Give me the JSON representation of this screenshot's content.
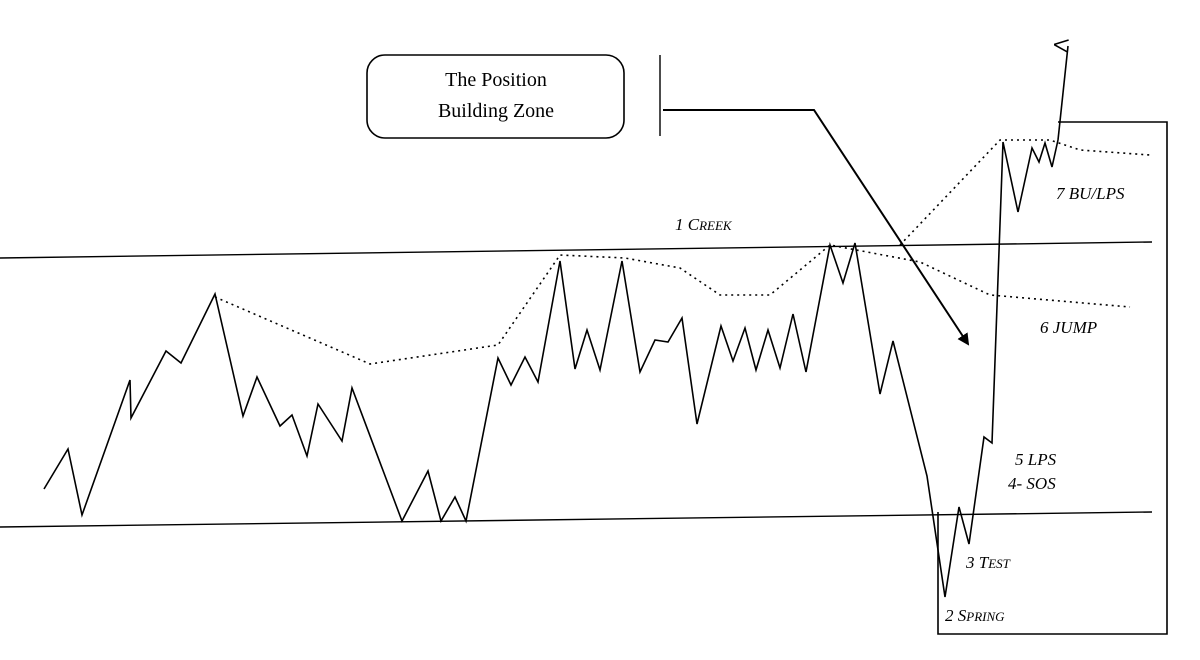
{
  "zone_box": {
    "line1": "The Position",
    "line2": "Building Zone"
  },
  "labels": {
    "creek": {
      "num": "1 ",
      "first": "C",
      "rest": "REEK"
    },
    "spring": {
      "num": "2 ",
      "first": "S",
      "rest": "PRING"
    },
    "test": {
      "num": "3 ",
      "first": "T",
      "rest": "EST"
    },
    "sos": "4- SOS",
    "lps": "5 LPS",
    "jump": "6 JUMP",
    "bu_lps": "7 BU/LPS"
  }
}
